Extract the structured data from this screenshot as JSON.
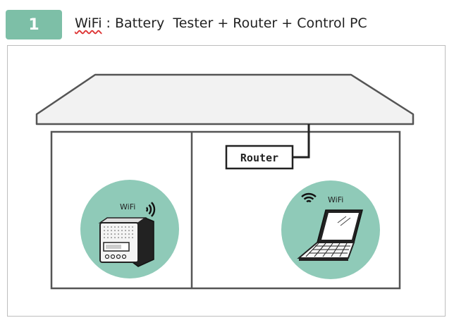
{
  "step": {
    "number": "1"
  },
  "header": {
    "title_prefix": "WiFi",
    "title_rest": " : Battery  Tester + Router + Control PC"
  },
  "diagram": {
    "router_label": "Router",
    "tester_wifi_label": "WiFi",
    "pc_wifi_label": "WiFi"
  },
  "colors": {
    "badge": "#7dbfa7",
    "circle": "#8fcab8",
    "roof_fill": "#f2f2f2",
    "outline": "#555555"
  },
  "icons": [
    "wifi-icon",
    "battery-tester-icon",
    "laptop-icon",
    "router-box"
  ]
}
